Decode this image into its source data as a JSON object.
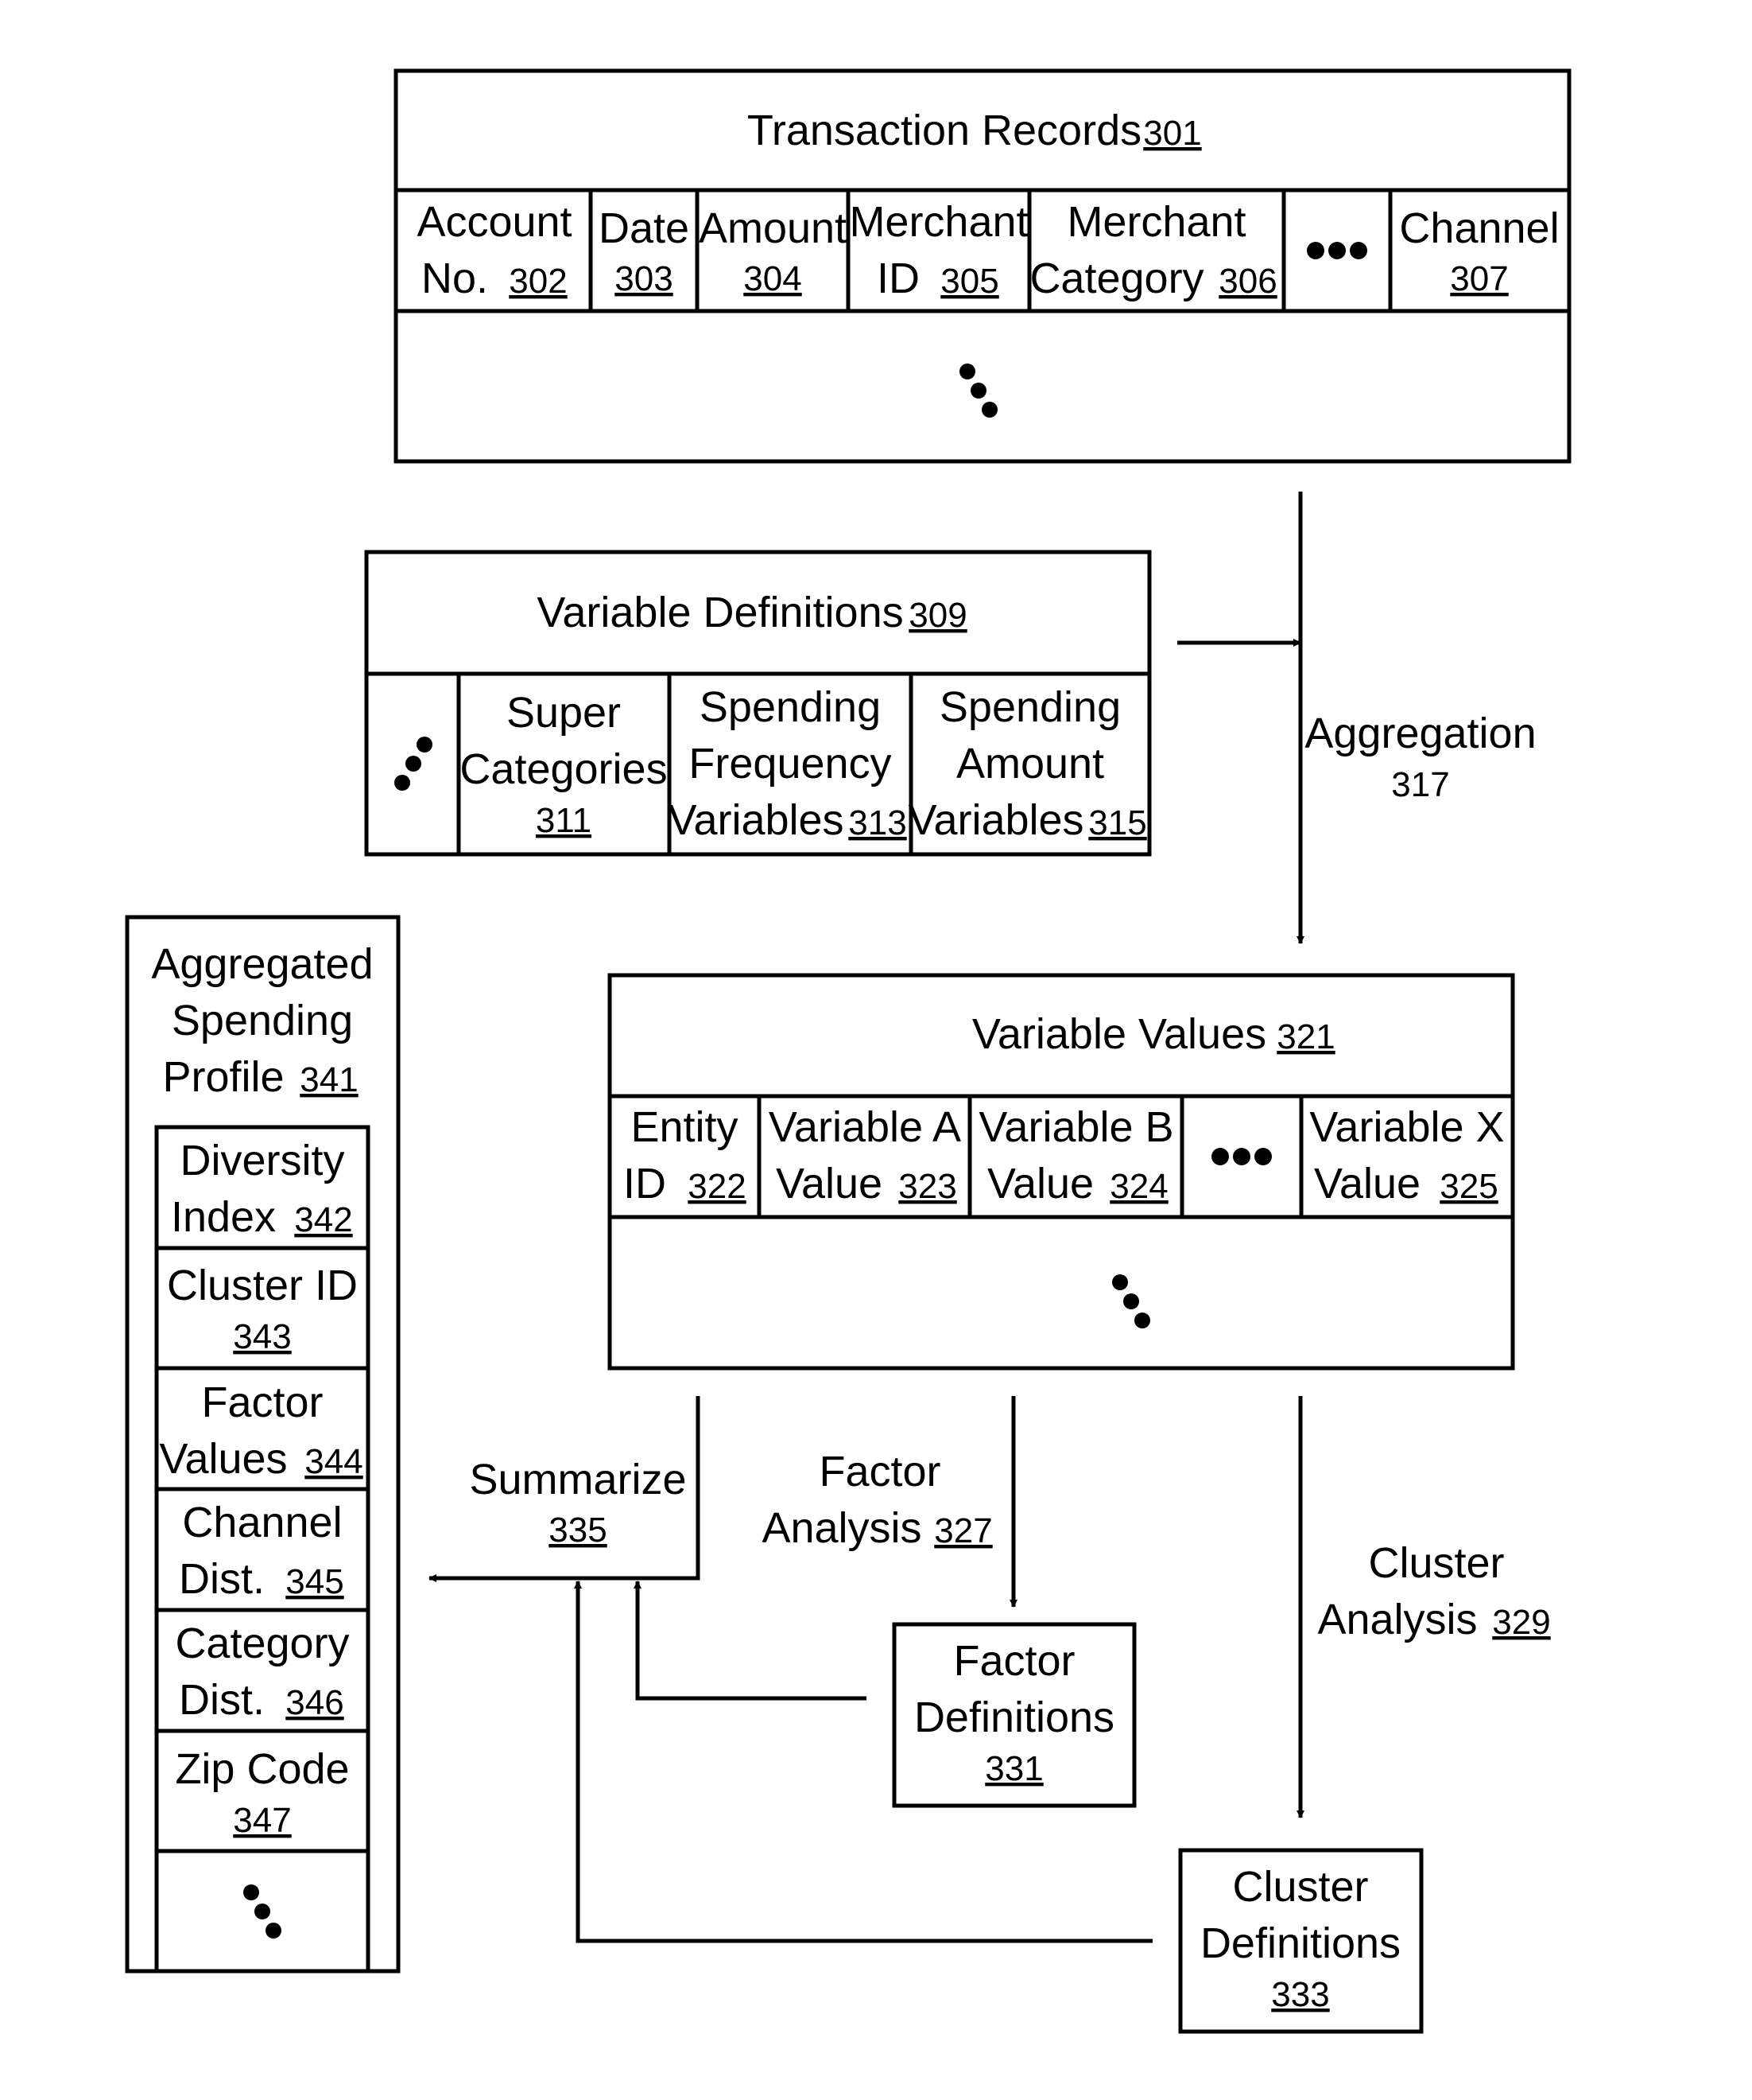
{
  "transaction_records": {
    "title": "Transaction Records",
    "title_ref": "301",
    "cols": [
      {
        "l1": "Account",
        "l2": "No.",
        "ref": "302"
      },
      {
        "l1": "Date",
        "ref": "303"
      },
      {
        "l1": "Amount",
        "ref": "304"
      },
      {
        "l1": "Merchant",
        "l2": "ID",
        "ref": "305"
      },
      {
        "l1": "Merchant",
        "l2": "Category",
        "ref": "306"
      },
      {
        "l1": "Channel",
        "ref": "307"
      }
    ]
  },
  "variable_definitions": {
    "title": "Variable Definitions",
    "title_ref": "309",
    "cols": [
      {
        "l1": "Super",
        "l2": "Categories",
        "ref": "311"
      },
      {
        "l1": "Spending",
        "l2": "Frequency",
        "l3": "Variables",
        "ref": "313"
      },
      {
        "l1": "Spending",
        "l2": "Amount",
        "l3": "Variables",
        "ref": "315"
      }
    ]
  },
  "aggregation": {
    "label": "Aggregation",
    "ref": "317"
  },
  "variable_values": {
    "title": "Variable Values",
    "title_ref": "321",
    "cols": [
      {
        "l1": "Entity",
        "l2": "ID",
        "ref": "322"
      },
      {
        "l1": "Variable A",
        "l2": "Value",
        "ref": "323"
      },
      {
        "l1": "Variable B",
        "l2": "Value",
        "ref": "324"
      },
      {
        "l1": "Variable X",
        "l2": "Value",
        "ref": "325"
      }
    ]
  },
  "factor_analysis": {
    "l1": "Factor",
    "l2": "Analysis",
    "ref": "327"
  },
  "cluster_analysis": {
    "l1": "Cluster",
    "l2": "Analysis",
    "ref": "329"
  },
  "factor_definitions": {
    "l1": "Factor",
    "l2": "Definitions",
    "ref": "331"
  },
  "cluster_definitions": {
    "l1": "Cluster",
    "l2": "Definitions",
    "ref": "333"
  },
  "summarize": {
    "label": "Summarize",
    "ref": "335"
  },
  "profile": {
    "l1": "Aggregated",
    "l2": "Spending",
    "l3": "Profile",
    "ref": "341",
    "items": [
      {
        "l1": "Diversity",
        "l2": "Index",
        "ref": "342"
      },
      {
        "l1": "Cluster ID",
        "ref": "343"
      },
      {
        "l1": "Factor",
        "l2": "Values",
        "ref": "344"
      },
      {
        "l1": "Channel",
        "l2": "Dist.",
        "ref": "345"
      },
      {
        "l1": "Category",
        "l2": "Dist.",
        "ref": "346"
      },
      {
        "l1": "Zip Code",
        "ref": "347"
      }
    ]
  }
}
